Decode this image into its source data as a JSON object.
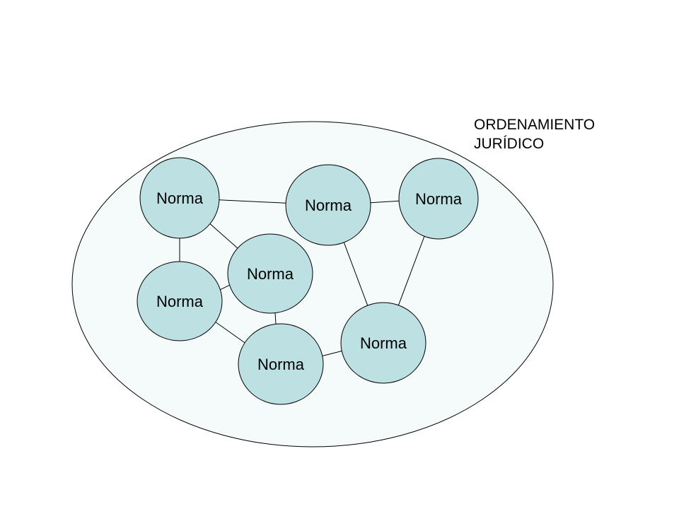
{
  "title": {
    "line1": "ORDENAMIENTO",
    "line2": "JURÍDICO"
  },
  "colors": {
    "container_fill": "#f5fbfb",
    "node_fill": "#bde0e3",
    "stroke": "#000000"
  },
  "nodes": [
    {
      "id": "n1",
      "label": "Norma"
    },
    {
      "id": "n2",
      "label": "Norma"
    },
    {
      "id": "n3",
      "label": "Norma"
    },
    {
      "id": "n4",
      "label": "Norma"
    },
    {
      "id": "n5",
      "label": "Norma"
    },
    {
      "id": "n6",
      "label": "Norma"
    },
    {
      "id": "n7",
      "label": "Norma"
    }
  ],
  "connections": [
    [
      "n1",
      "n2"
    ],
    [
      "n2",
      "n3"
    ],
    [
      "n1",
      "n4"
    ],
    [
      "n1",
      "n5"
    ],
    [
      "n5",
      "n4"
    ],
    [
      "n5",
      "n6"
    ],
    [
      "n4",
      "n6"
    ],
    [
      "n2",
      "n7"
    ],
    [
      "n3",
      "n7"
    ],
    [
      "n6",
      "n7"
    ]
  ]
}
